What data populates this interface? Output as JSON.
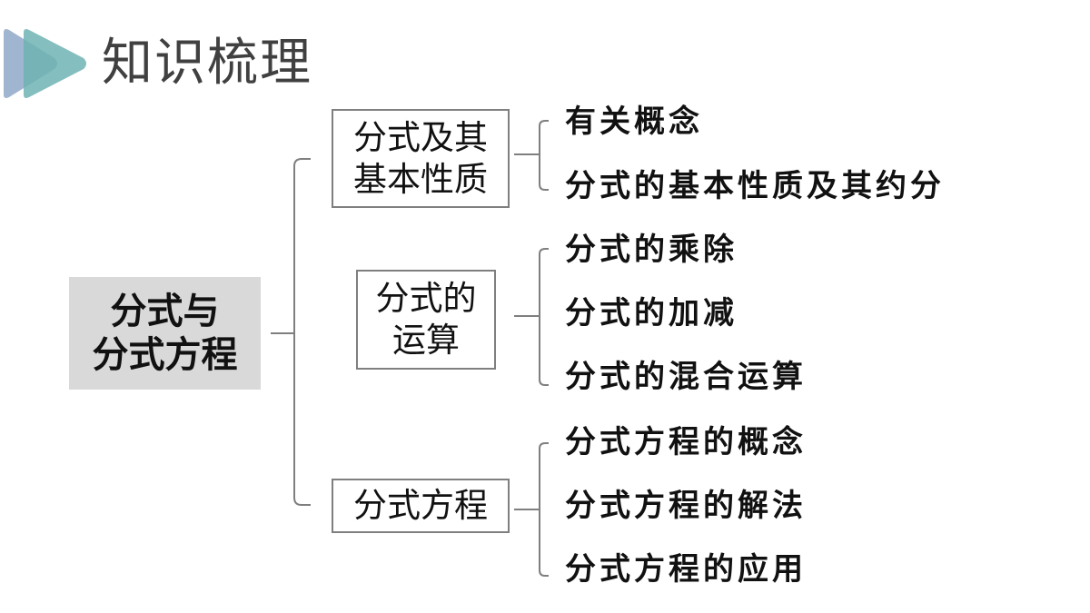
{
  "title": "知识梳理",
  "colors": {
    "arrow_back": "#8fa8c8",
    "arrow_front": "#6fb3b3",
    "connector": "#7f7f7f",
    "root_fill": "#d9d9d9"
  },
  "root": {
    "line1": "分式与",
    "line2": "分式方程"
  },
  "categories": [
    {
      "line1": "分式及其",
      "line2": "基本性质",
      "items": [
        "有关概念",
        "分式的基本性质及其约分"
      ]
    },
    {
      "line1": "分式的",
      "line2": "运算",
      "items": [
        "分式的乘除",
        "分式的加减",
        "分式的混合运算"
      ]
    },
    {
      "line1": "分式方程",
      "line2": "",
      "items": [
        "分式方程的概念",
        "分式方程的解法",
        "分式方程的应用"
      ]
    }
  ]
}
